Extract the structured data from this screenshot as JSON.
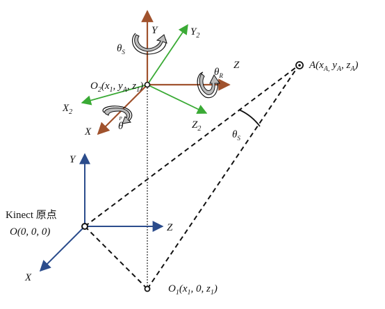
{
  "colors": {
    "brown_axis": "#a0522d",
    "green_axis": "#3aaa35",
    "blue_axis": "#2b4c8c",
    "line": "#111111",
    "arrow_gray": "#bbbbbb"
  },
  "icons": {
    "rotation_arrow": "curved-rotation-arrow-icon",
    "point_marker": "hollow-circle-marker-icon"
  },
  "labels": {
    "top_Y": "Y",
    "top_Z": "Z",
    "top_X": "X",
    "Y2_main": "Y",
    "Y2_sub": "2",
    "X2_main": "X",
    "X2_sub": "2",
    "Z2_main": "Z",
    "Z2_sub": "2",
    "theta_s_top_main": "θ",
    "theta_s_top_sub": "S",
    "theta_r_main": "θ",
    "theta_r_sub": "R",
    "theta_p_main": "θ",
    "theta_p_sub": "P",
    "theta_s_right_main": "θ",
    "theta_s_right_sub": "S",
    "o2_main": "O",
    "o2_sub": "2",
    "o2_coords": {
      "open": "(",
      "x": "x",
      "x_sub": "1",
      "sep1": ", ",
      "y": "y",
      "y_sub": "A",
      "sep2": ", ",
      "z": "z",
      "z_sub": "1",
      "close": ")"
    },
    "a_label": {
      "main": "A",
      "open": "(",
      "x": "x",
      "x_sub": "A,",
      "y": " y",
      "y_sub": "A",
      "sep": ", ",
      "z": "z",
      "z_sub": "A",
      "close": ")"
    },
    "kinect_origin": "Kinect 原点",
    "o_label": {
      "main": "O",
      "rest": "(0, 0, 0)"
    },
    "bottom_Y": "Y",
    "bottom_Z": "Z",
    "bottom_X": "X",
    "o1_label": {
      "main": "O",
      "sub": "1",
      "open": "(",
      "x": "x",
      "x_sub": "1",
      "mid": ", 0, ",
      "z": "z",
      "z_sub": "1",
      "close": ")"
    }
  }
}
